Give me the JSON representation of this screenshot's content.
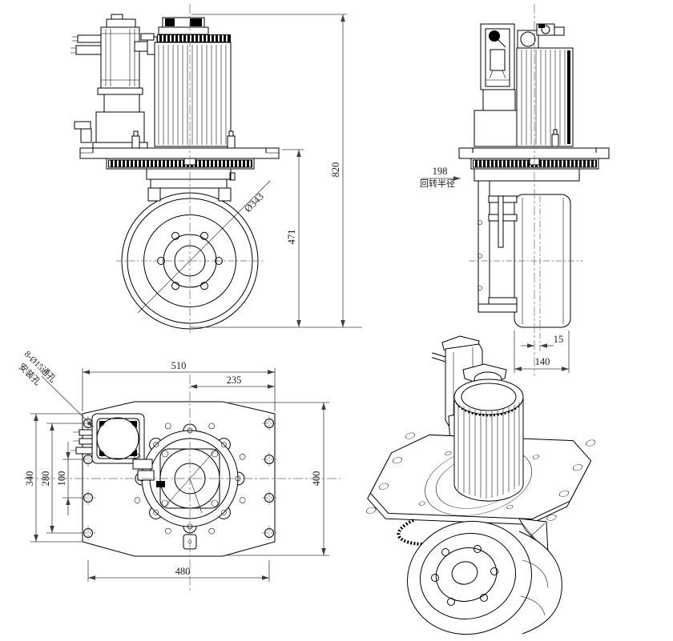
{
  "front_view": {
    "dim_overall_height": "820",
    "dim_plate_to_ground": "471",
    "dim_wheel_diameter": "Ø343"
  },
  "side_view": {
    "dim_turning_radius": "198",
    "turning_radius_caption": "回转半径",
    "dim_wheel_center_offset": "15",
    "dim_wheel_width": "140"
  },
  "bottom_view": {
    "dim_plate_length": "510",
    "dim_center_to_right": "235",
    "dim_plate_depth": "400",
    "dim_side_edge": "340",
    "dim_hole_row_span": "280",
    "dim_hole_row_mid": "100",
    "dim_hole_col_span": "480",
    "mounting_note_line1": "8-Ø15通孔",
    "mounting_note_line2": "安装孔"
  },
  "colors": {
    "background": "#ffffff",
    "part_line": "#000000",
    "dim_line": "#3f3f3f",
    "centerline": "#6a6a6a"
  }
}
